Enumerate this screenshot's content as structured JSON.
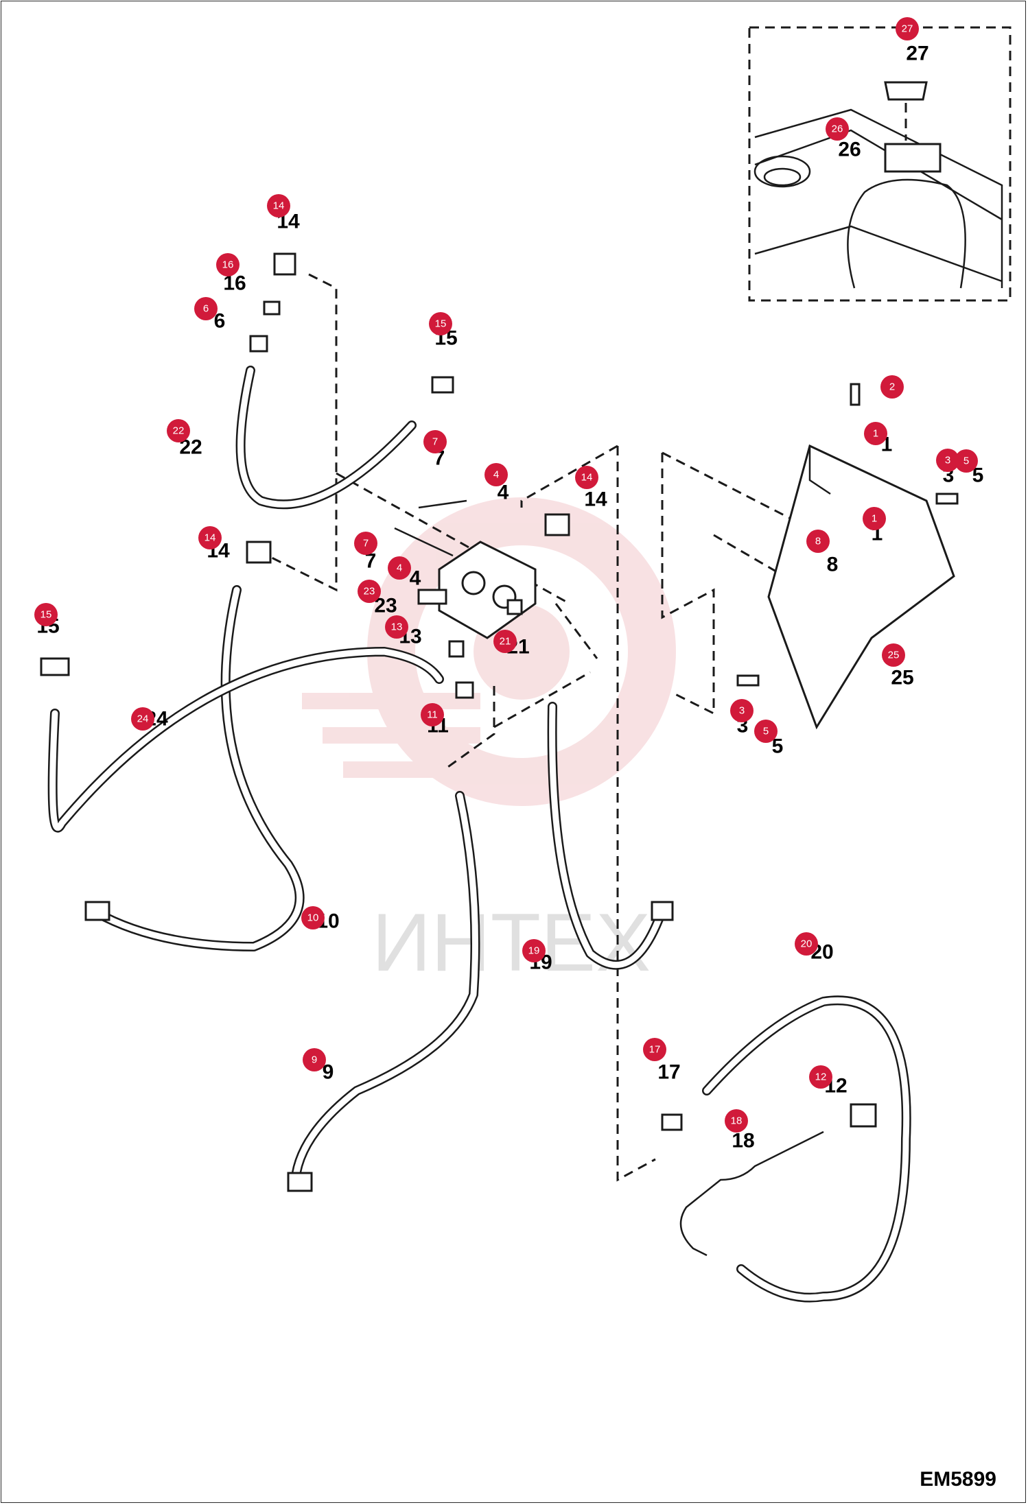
{
  "diagram_code": "EM5899",
  "watermark_text": "ИНТЕХ",
  "watermark_color": "#f2c9cc",
  "callout_color": "#d11a3a",
  "callouts": [
    {
      "id": "27",
      "label": "27"
    },
    {
      "id": "26",
      "label": "26"
    },
    {
      "id": "14",
      "label": "14"
    },
    {
      "id": "16",
      "label": "16"
    },
    {
      "id": "6",
      "label": "6"
    },
    {
      "id": "15",
      "label": "15"
    },
    {
      "id": "22",
      "label": "22"
    },
    {
      "id": "7",
      "label": "7"
    },
    {
      "id": "4",
      "label": "4"
    },
    {
      "id": "14",
      "label": "14"
    },
    {
      "id": "2",
      "label": "2"
    },
    {
      "id": "1",
      "label": "1"
    },
    {
      "id": "3",
      "label": "3"
    },
    {
      "id": "5",
      "label": "5"
    },
    {
      "id": "1",
      "label": "1"
    },
    {
      "id": "8",
      "label": "8"
    },
    {
      "id": "14",
      "label": "14"
    },
    {
      "id": "7",
      "label": "7"
    },
    {
      "id": "4",
      "label": "4"
    },
    {
      "id": "23",
      "label": "23"
    },
    {
      "id": "13",
      "label": "13"
    },
    {
      "id": "21",
      "label": "21"
    },
    {
      "id": "15",
      "label": "15"
    },
    {
      "id": "24",
      "label": "24"
    },
    {
      "id": "11",
      "label": "11"
    },
    {
      "id": "25",
      "label": "25"
    },
    {
      "id": "3",
      "label": "3"
    },
    {
      "id": "5",
      "label": "5"
    },
    {
      "id": "10",
      "label": "10"
    },
    {
      "id": "19",
      "label": "19"
    },
    {
      "id": "20",
      "label": "20"
    },
    {
      "id": "17",
      "label": "17"
    },
    {
      "id": "12",
      "label": "12"
    },
    {
      "id": "18",
      "label": "18"
    },
    {
      "id": "9",
      "label": "9"
    }
  ],
  "part_labels": [
    "27",
    "26",
    "14",
    "16",
    "6",
    "15",
    "22",
    "7",
    "4",
    "14",
    "1",
    "3",
    "5",
    "1",
    "8",
    "14",
    "7",
    "4",
    "23",
    "13",
    "21",
    "15",
    "24",
    "11",
    "25",
    "3",
    "5",
    "10",
    "19",
    "20",
    "17",
    "12",
    "18",
    "9",
    "2"
  ]
}
